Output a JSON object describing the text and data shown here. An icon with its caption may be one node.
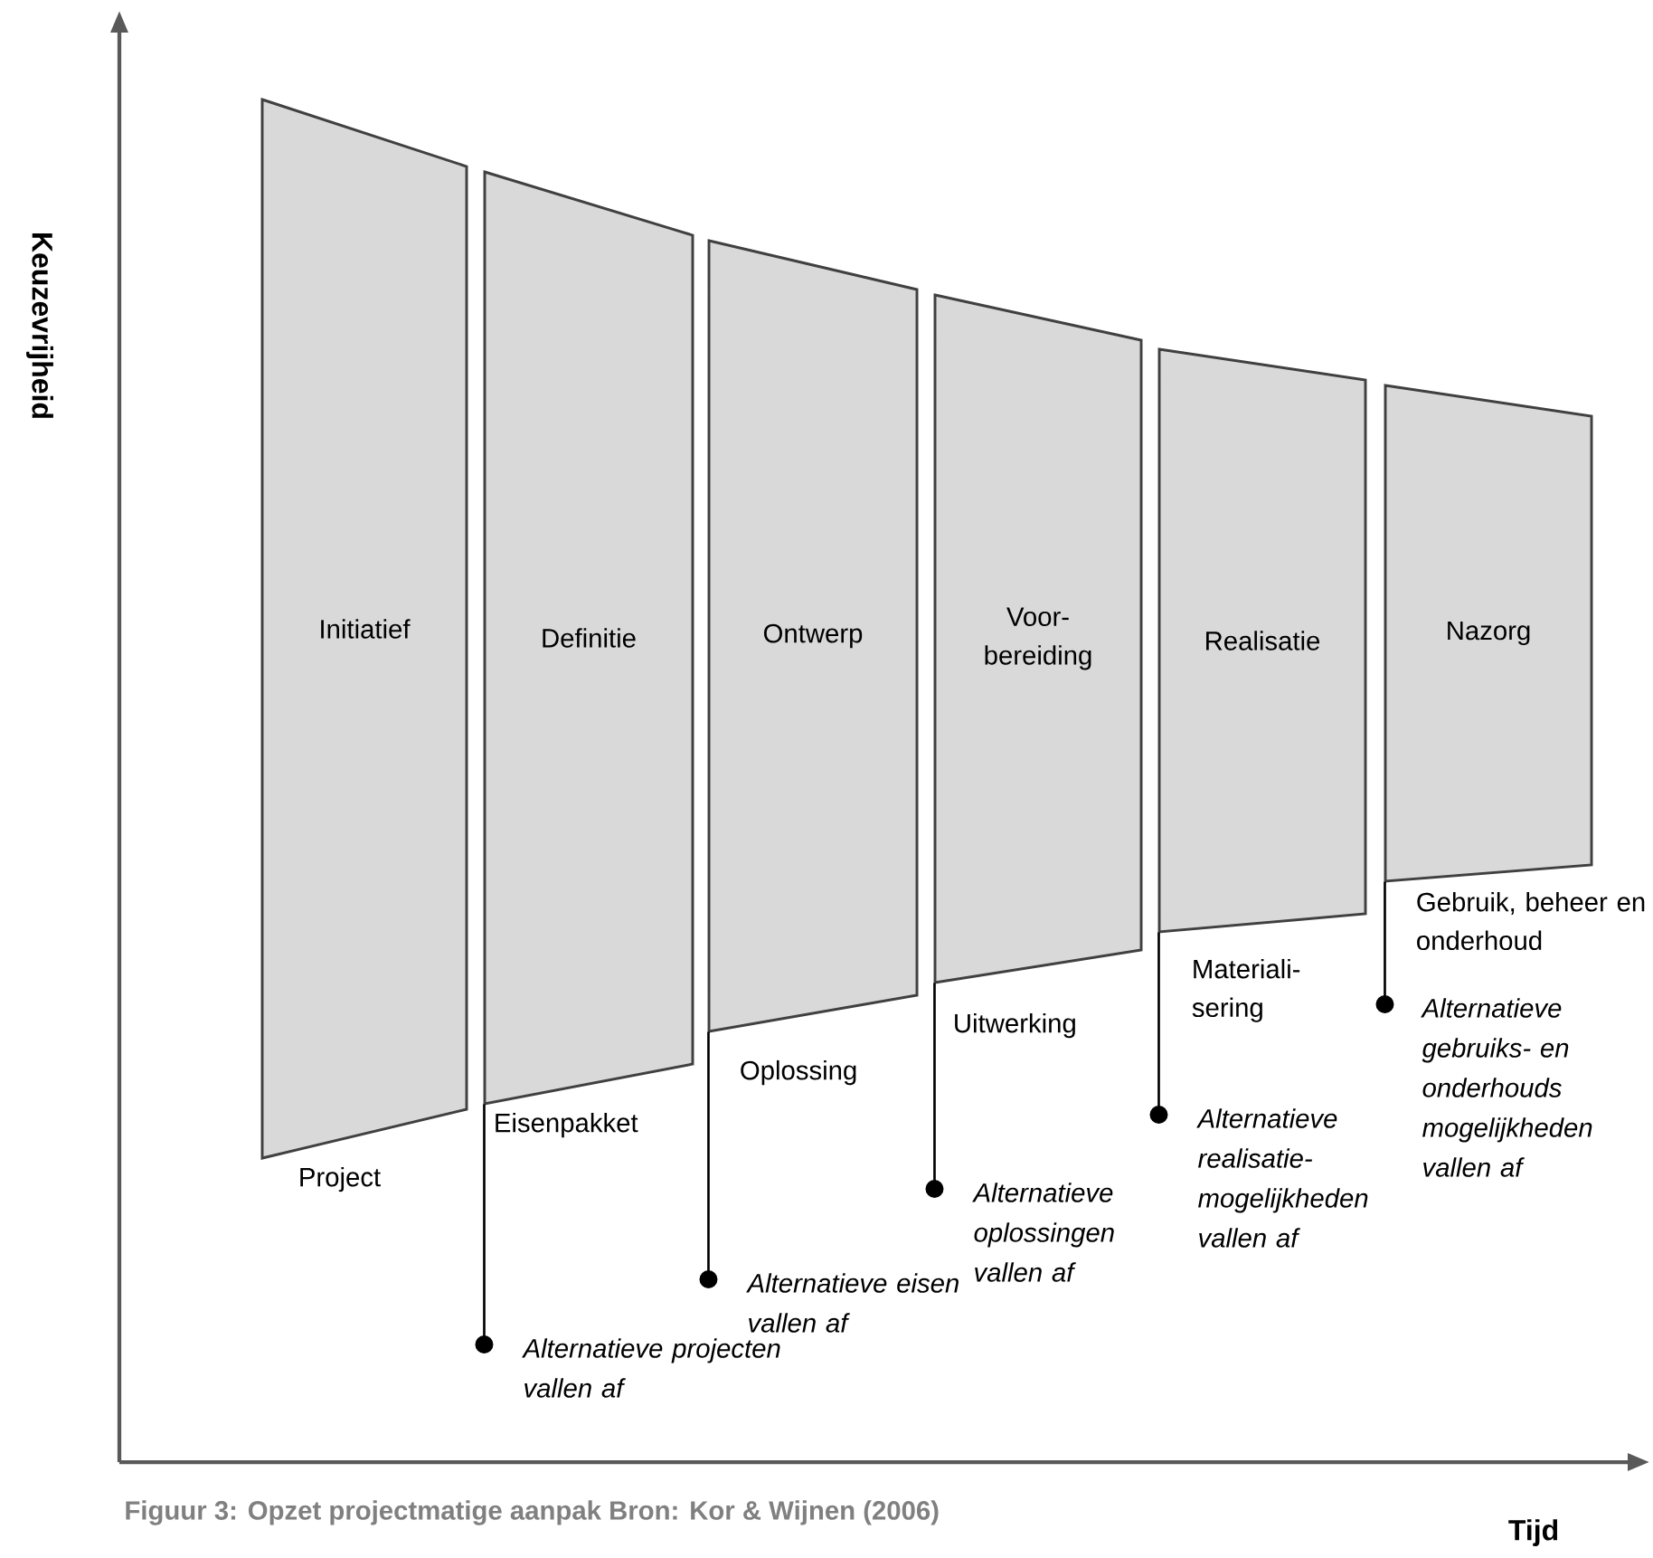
{
  "diagram": {
    "caption": "Figuur 3: Opzet projectmatige aanpak   Bron: Kor & Wijnen (2006)",
    "nodes": [
      {
        "text": [
          "Initiatief"
        ],
        "beside": [
          "Project"
        ]
      },
      {
        "text": [
          "Definitie"
        ],
        "beside": [
          "Eisenpakket"
        ]
      },
      {
        "text": [
          "Ontwerp"
        ],
        "beside": [
          "Oplossing"
        ]
      },
      {
        "text": [
          "Voor- bereiding"
        ],
        "beside": [
          "Uitwerking"
        ]
      },
      {
        "text": [
          "Realisatie"
        ],
        "beside": [
          "Materiali- sering"
        ]
      },
      {
        "text": [
          "Nazorg"
        ],
        "beside": [
          "Gebruik, beheer en onderhoud"
        ]
      },
      {
        "text": [
          "Alternatieve projecten vallen af"
        ]
      },
      {
        "text": [
          "Alternatieve eisen vallen af"
        ]
      },
      {
        "text": [
          "Alternatieve oplossingen vallen af"
        ]
      },
      {
        "text": [
          "Alternatieve realisatie- mogelijkheden vallen af"
        ]
      },
      {
        "text": [
          "Alternatieve gebruiks- en onderhouds mogelijkheden vallen af"
        ]
      }
    ],
    "edges": [
      {
        "from": 1,
        "to": 6,
        "arrow": "other"
      },
      {
        "from": 2,
        "to": 7,
        "arrow": "other"
      },
      {
        "from": 3,
        "to": 8,
        "arrow": "other"
      },
      {
        "from": 4,
        "to": 9,
        "arrow": "other"
      },
      {
        "from": 5,
        "to": 10,
        "arrow": "other"
      }
    ],
    "labels": [
      "Keuzevrijheid",
      "Tijd"
    ]
  }
}
